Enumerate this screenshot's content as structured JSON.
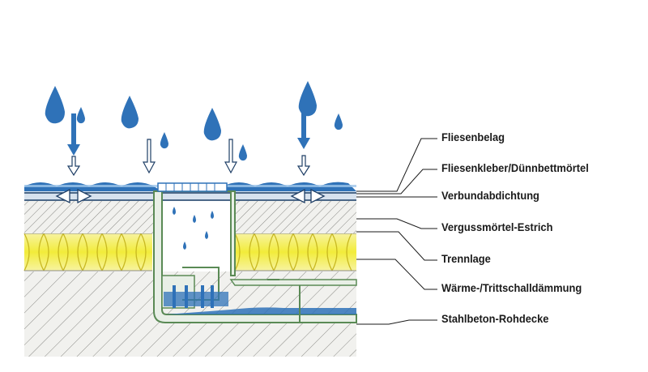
{
  "colors": {
    "water": "#2f72b8",
    "water_light": "#9fc6ea",
    "insulation": "#f2ec3a",
    "concrete_bg": "#f1f1ee",
    "hatch": "#8a8a86",
    "pipe_fill": "#e8efe6",
    "pipe_stroke": "#5a8a55"
  },
  "icons": [
    "raindrop-icon",
    "arrow-down-icon",
    "drain-grate-icon"
  ],
  "labels": [
    {
      "id": "fliesenbelag",
      "text": "Fliesenbelag"
    },
    {
      "id": "fliesenkleber",
      "text": "Fliesenkleber/Dünnbettmörtel"
    },
    {
      "id": "verbundabdichtung",
      "text": "Verbundabdichtung"
    },
    {
      "id": "vergussmoertel",
      "text": "Vergussmörtel-Estrich"
    },
    {
      "id": "trennlage",
      "text": "Trennlage"
    },
    {
      "id": "waermedaemmung",
      "text": "Wärme-/Trittschalldämmung"
    },
    {
      "id": "stahlbeton",
      "text": "Stahlbeton-Rohdecke"
    }
  ]
}
